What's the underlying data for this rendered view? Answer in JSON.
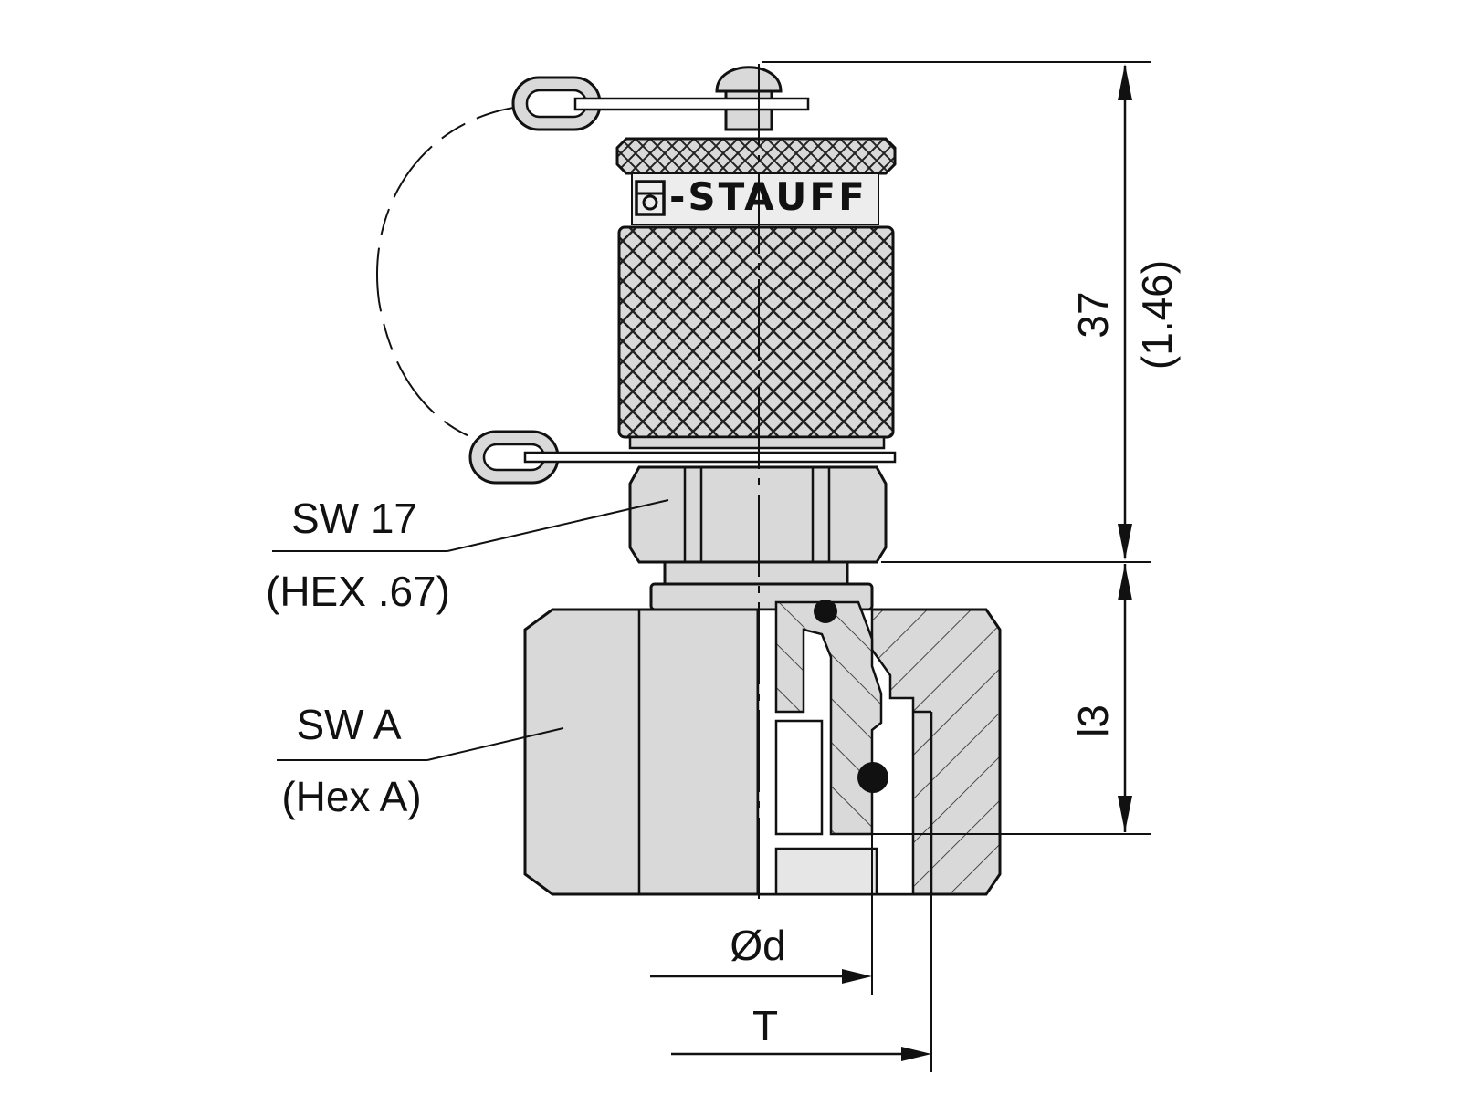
{
  "brand": "-STAUFF",
  "labels": {
    "sw17": "SW 17",
    "hex67": "(HEX .67)",
    "swa": "SW A",
    "hexa": "(Hex A)",
    "od": "Ød",
    "t": "T",
    "dim37": "37",
    "dim146": "(1.46)",
    "l3": "l3"
  },
  "colors": {
    "line": "#111111",
    "metal": "#d9d9d9",
    "metal_light": "#e6e6e6",
    "white": "#ffffff"
  }
}
